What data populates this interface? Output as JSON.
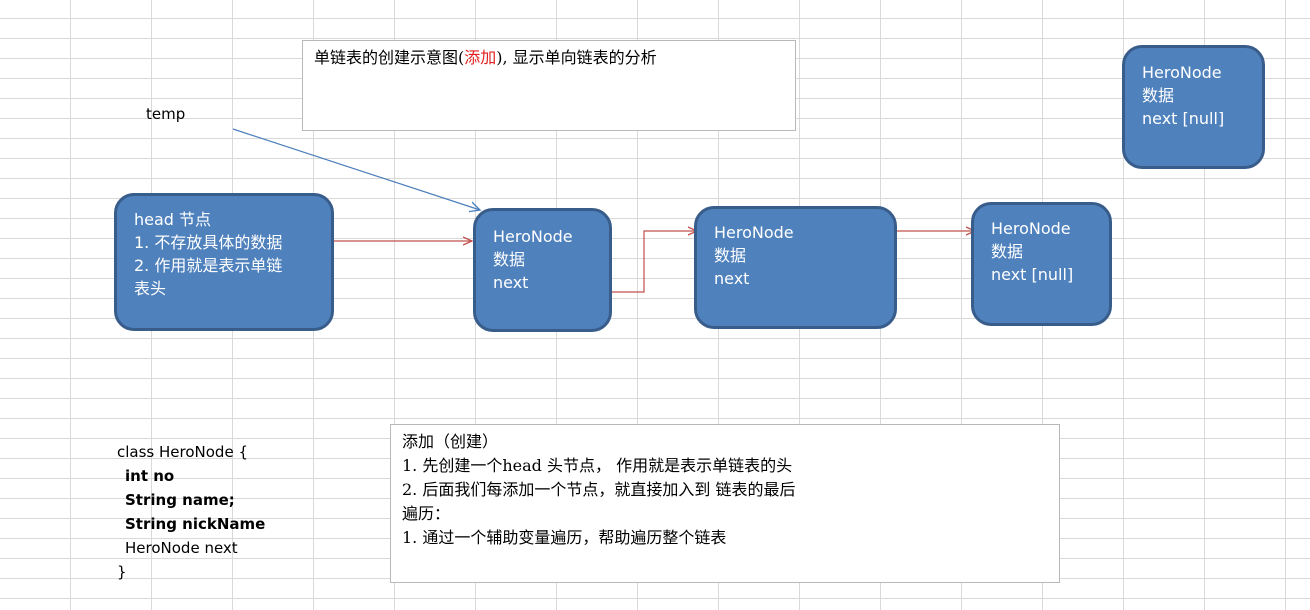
{
  "title_box": {
    "part1": "单链表的创建示意图(",
    "part2": "添加",
    "part3": "), 显示单向链表的分析"
  },
  "temp_label": "temp",
  "head_node": {
    "line1": "head 节点",
    "line2": "1. 不存放具体的数据",
    "line3": "2. 作用就是表示单链",
    "line4": "表头"
  },
  "nodes": [
    {
      "name": "HeroNode",
      "data": "数据",
      "next": "next"
    },
    {
      "name": "HeroNode",
      "data": "数据",
      "next": "next"
    },
    {
      "name": "HeroNode",
      "data": "数据",
      "next": "next [null]"
    }
  ],
  "standalone_node": {
    "name": "HeroNode",
    "data": "数据",
    "next": "next [null]"
  },
  "code": {
    "line1": "class HeroNode {",
    "line2": "int no",
    "line3": "String name;",
    "line4": "String nickName",
    "line5": "HeroNode next",
    "line6": "}"
  },
  "explain_box": {
    "line1": "添加（创建）",
    "line2": "1. 先创建一个head 头节点， 作用就是表示单链表的头",
    "line3": "2. 后面我们每添加一个节点，就直接加入到 链表的最后",
    "line4": "遍历：",
    "line5": "1.  通过一个辅助变量遍历，帮助遍历整个链表"
  },
  "colors": {
    "node_fill": "#4f81bd",
    "node_border": "#385d8a",
    "link_arrow": "#c0504d",
    "temp_arrow": "#4a7ebb"
  }
}
